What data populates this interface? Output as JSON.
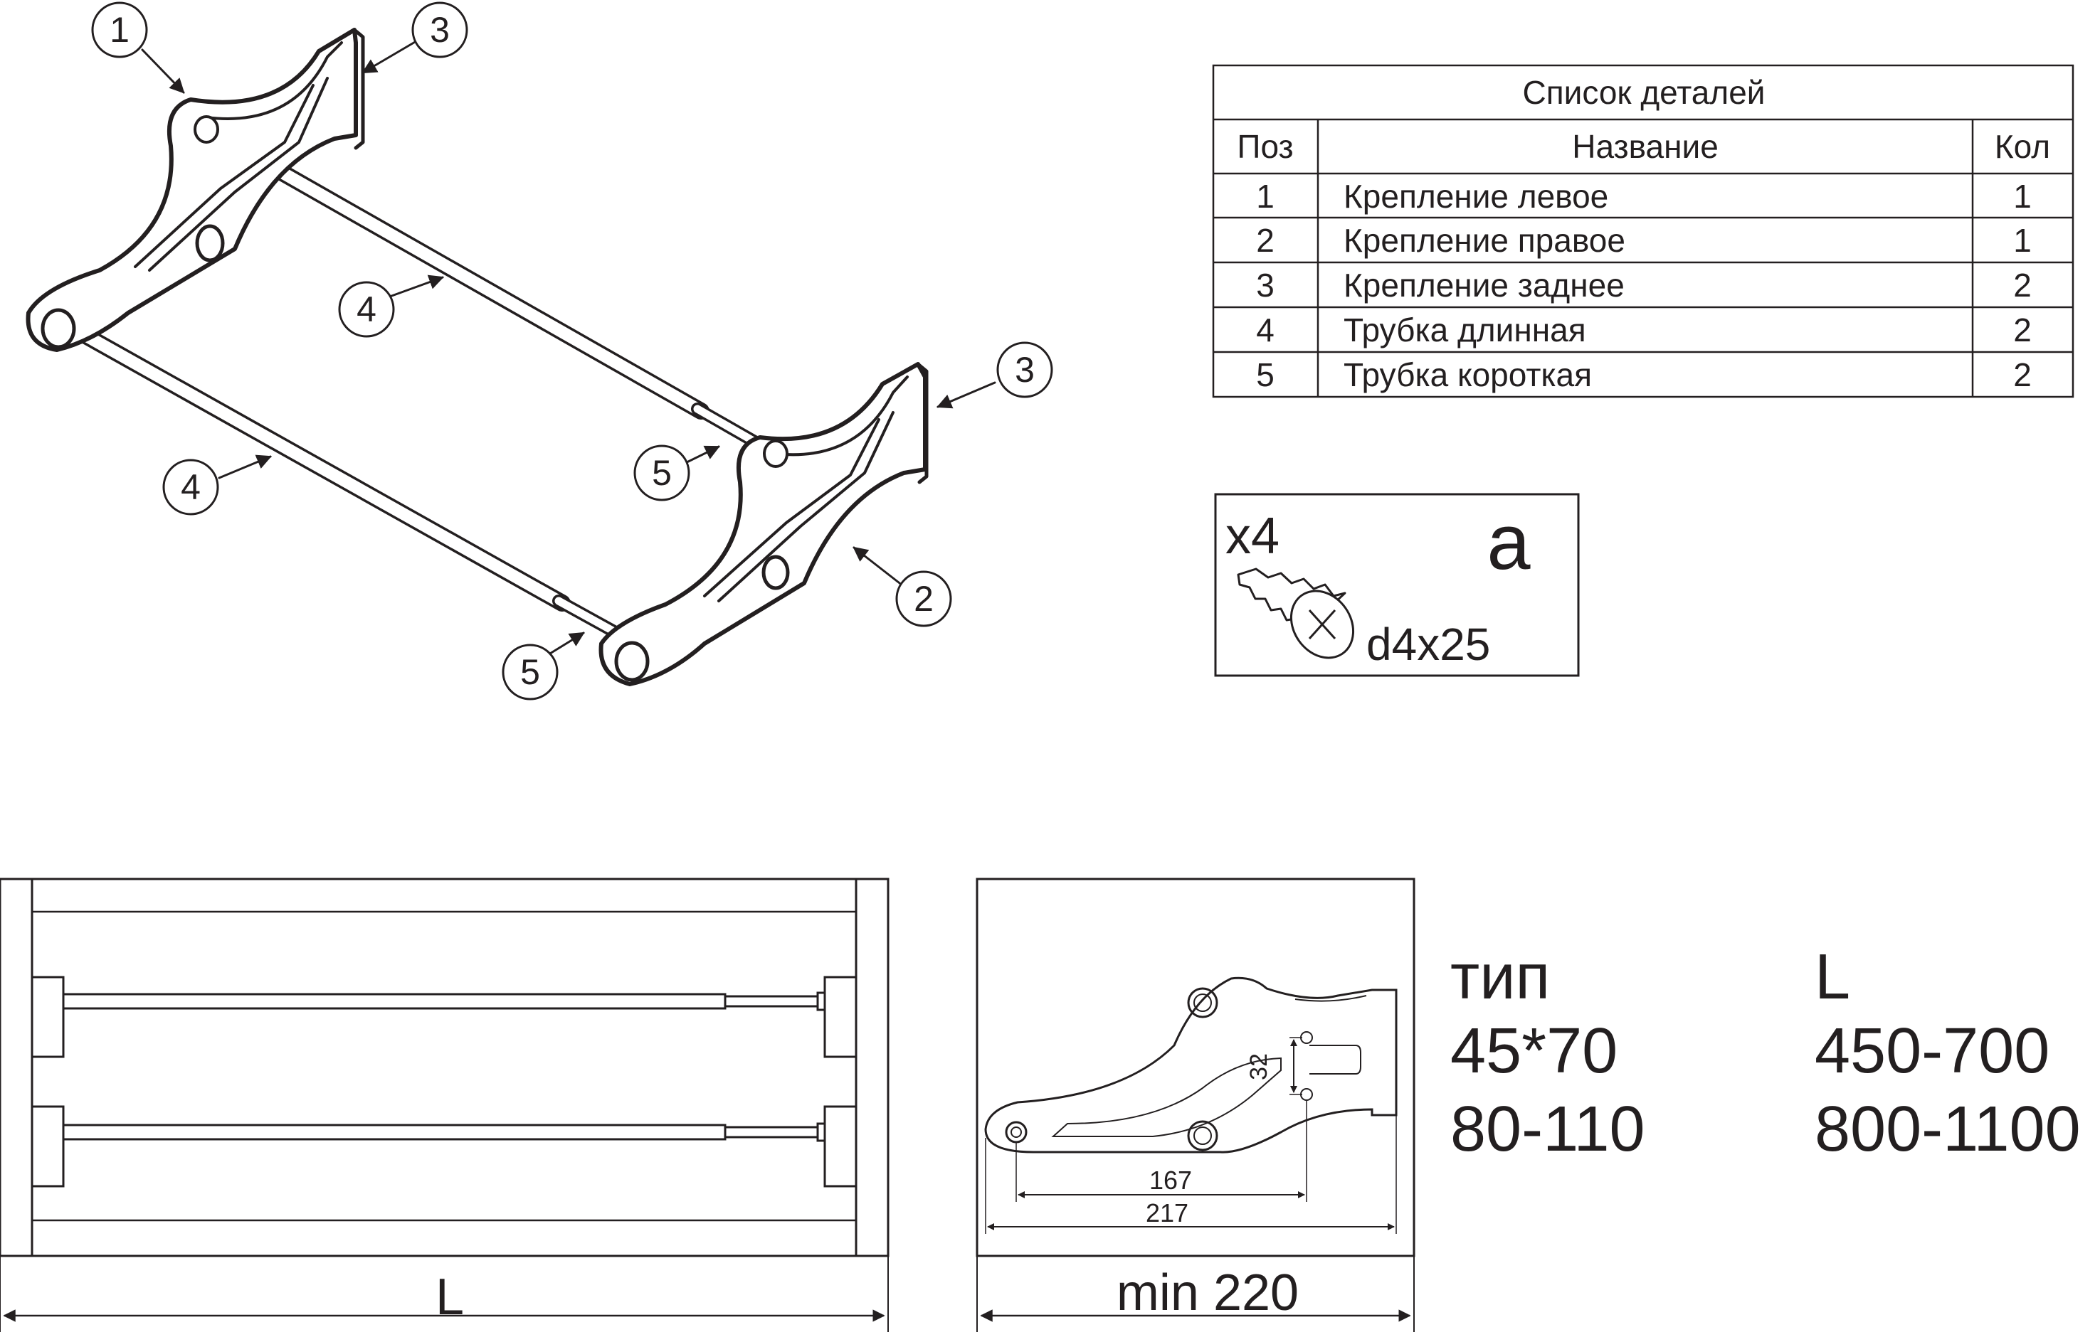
{
  "callouts": [
    "1",
    "3",
    "4",
    "3",
    "5",
    "4",
    "2",
    "5"
  ],
  "parts_table": {
    "title": "Список деталей",
    "headers": {
      "pos": "Поз",
      "name": "Название",
      "qty": "Кол"
    },
    "rows": [
      {
        "pos": "1",
        "name": "Крепление левое",
        "qty": "1"
      },
      {
        "pos": "2",
        "name": "Крепление правое",
        "qty": "1"
      },
      {
        "pos": "3",
        "name": "Крепление заднее",
        "qty": "2"
      },
      {
        "pos": "4",
        "name": "Трубка длинная",
        "qty": "2"
      },
      {
        "pos": "5",
        "name": "Трубка короткая",
        "qty": "2"
      }
    ]
  },
  "screw": {
    "count": "x4",
    "letter": "a",
    "size": "d4x25"
  },
  "front_view": {
    "dim_label": "L"
  },
  "side_view": {
    "dim_min": "min 220",
    "dim_32": "32",
    "dim_167": "167",
    "dim_217": "217"
  },
  "spec_table": {
    "type_header": "тип",
    "length_header": "L",
    "rows": [
      {
        "type": "45*70",
        "length": "450-700"
      },
      {
        "type": "80-110",
        "length": "800-1100"
      }
    ]
  }
}
